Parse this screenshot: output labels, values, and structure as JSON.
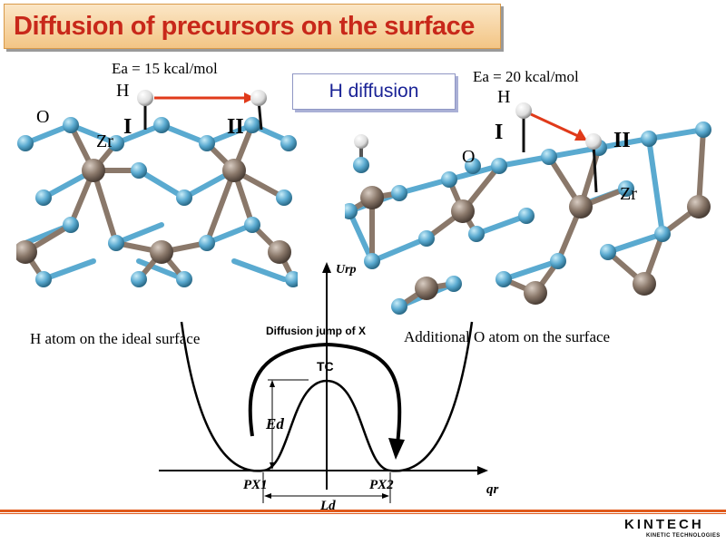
{
  "title": "Diffusion of precursors on the surface",
  "subtitle": "H diffusion",
  "left_panel": {
    "ea": "Ea = 15 kcal/mol",
    "atom_h": "H",
    "atom_o": "O",
    "atom_zr": "Zr",
    "site_1": "I",
    "site_2": "II",
    "caption": "H atom on the ideal surface"
  },
  "right_panel": {
    "ea": "Ea = 20 kcal/mol",
    "atom_h": "H",
    "atom_o": "O",
    "atom_zr": "Zr",
    "site_1": "I",
    "site_2": "II",
    "caption": "Additional O atom on the surface"
  },
  "energy_diagram": {
    "jump_label": "Diffusion jump of X",
    "tc_label": "TC",
    "y_axis": "Urp",
    "x_axis": "qr",
    "barrier": "Ed",
    "distance": "Ld",
    "min_1": "PX1",
    "min_2": "PX2"
  },
  "footer": {
    "brand": "KINTECH",
    "brand_sub": "KINETIC TECHNOLOGIES"
  },
  "colors": {
    "title": "#c8281a",
    "subtitle": "#1a2396",
    "oxygen": "#5aaad0",
    "zirconium": "#8a786a",
    "hydrogen": "#eeeeee",
    "arrow": "#e03a1a"
  }
}
